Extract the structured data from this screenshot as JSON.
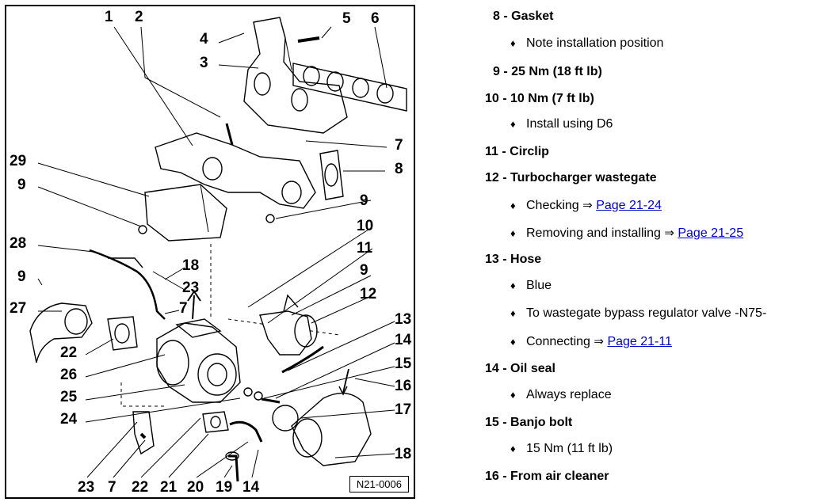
{
  "diagram": {
    "figure_id": "N21-0006",
    "callouts": [
      {
        "id": "c1",
        "text": "1"
      },
      {
        "id": "c2",
        "text": "2"
      },
      {
        "id": "c4",
        "text": "4"
      },
      {
        "id": "c3",
        "text": "3"
      },
      {
        "id": "c5",
        "text": "5"
      },
      {
        "id": "c6",
        "text": "6"
      },
      {
        "id": "c7a",
        "text": "7"
      },
      {
        "id": "c8",
        "text": "8"
      },
      {
        "id": "c29",
        "text": "29"
      },
      {
        "id": "c9a",
        "text": "9"
      },
      {
        "id": "c9b",
        "text": "9"
      },
      {
        "id": "c10",
        "text": "10"
      },
      {
        "id": "c28",
        "text": "28"
      },
      {
        "id": "c11",
        "text": "11"
      },
      {
        "id": "c18",
        "text": "18"
      },
      {
        "id": "c9c",
        "text": "9"
      },
      {
        "id": "c9d",
        "text": "9"
      },
      {
        "id": "c23a",
        "text": "23"
      },
      {
        "id": "c27",
        "text": "27"
      },
      {
        "id": "c7b",
        "text": "7"
      },
      {
        "id": "c12",
        "text": "12"
      },
      {
        "id": "c13",
        "text": "13"
      },
      {
        "id": "c22a",
        "text": "22"
      },
      {
        "id": "c14a",
        "text": "14"
      },
      {
        "id": "c26",
        "text": "26"
      },
      {
        "id": "c15",
        "text": "15"
      },
      {
        "id": "c16",
        "text": "16"
      },
      {
        "id": "c25",
        "text": "25"
      },
      {
        "id": "c17",
        "text": "17"
      },
      {
        "id": "c24",
        "text": "24"
      },
      {
        "id": "c18b",
        "text": "18"
      },
      {
        "id": "c23b",
        "text": "23"
      },
      {
        "id": "c7c",
        "text": "7"
      },
      {
        "id": "c22b",
        "text": "22"
      },
      {
        "id": "c21",
        "text": "21"
      },
      {
        "id": "c20",
        "text": "20"
      },
      {
        "id": "c19",
        "text": "19"
      },
      {
        "id": "c14b",
        "text": "14"
      }
    ]
  },
  "legend": {
    "arrow_glyph": "⇒",
    "bullet_glyph": "♦",
    "entries": [
      {
        "num": "8 -",
        "title": "Gasket",
        "notes": [
          {
            "text": "Note installation position"
          }
        ]
      },
      {
        "num": "9 -",
        "title": "25 Nm (18 ft lb)",
        "notes": []
      },
      {
        "num": "10 -",
        "title": "10 Nm (7 ft lb)",
        "notes": [
          {
            "text": "Install using D6"
          }
        ]
      },
      {
        "num": "11 -",
        "title": "Circlip",
        "notes": []
      },
      {
        "num": "12 -",
        "title": "Turbocharger wastegate",
        "notes": [
          {
            "text": "Checking",
            "link": "Page 21-24"
          },
          {
            "text": "Removing and installing",
            "link": "Page 21-25"
          }
        ]
      },
      {
        "num": "13 -",
        "title": "Hose",
        "notes": [
          {
            "text": "Blue"
          },
          {
            "text": "To wastegate bypass regulator valve -N75-"
          },
          {
            "text": "Connecting",
            "link": "Page 21-11"
          }
        ]
      },
      {
        "num": "14 -",
        "title": "Oil seal",
        "notes": [
          {
            "text": "Always replace"
          }
        ]
      },
      {
        "num": "15 -",
        "title": "Banjo bolt",
        "notes": [
          {
            "text": "15 Nm (11 ft lb)"
          }
        ]
      },
      {
        "num": "16 -",
        "title": "From air cleaner",
        "notes": []
      }
    ]
  }
}
